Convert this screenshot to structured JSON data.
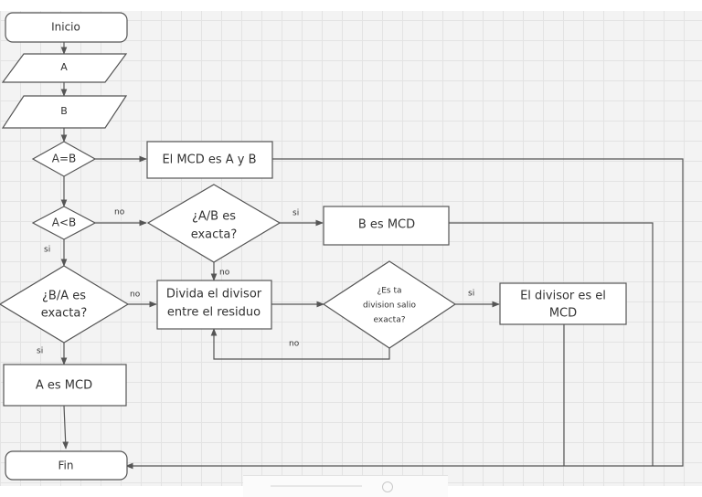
{
  "nodes": {
    "inicio": "Inicio",
    "input_a": "A",
    "input_b": "B",
    "cond_a_eq_b": "A=B",
    "mcd_a_y_b": "El MCD es A y B",
    "cond_a_lt_b": "A<B",
    "cond_a_div_b": [
      "¿A/B es",
      "exacta?"
    ],
    "b_es_mcd": "B es MCD",
    "cond_b_div_a": [
      "¿B/A es",
      "exacta?"
    ],
    "divida": [
      "Divida el divisor",
      "entre el residuo"
    ],
    "cond_division": [
      "¿Es ta",
      "division salio",
      "exacta?"
    ],
    "divisor_es_mcd": [
      "El divisor es el",
      "MCD"
    ],
    "a_es_mcd": "A es MCD",
    "fin": "Fin"
  },
  "edge_labels": {
    "no_1": "no",
    "si_1": "si",
    "no_2": "no",
    "si_2": "si",
    "no_3": "no",
    "si_3": "si",
    "si_4": "si",
    "no_4": "no"
  },
  "colors": {
    "background": "#f3f3f3",
    "grid": "#e3e3e3",
    "stroke": "#555555",
    "text": "#333333"
  }
}
